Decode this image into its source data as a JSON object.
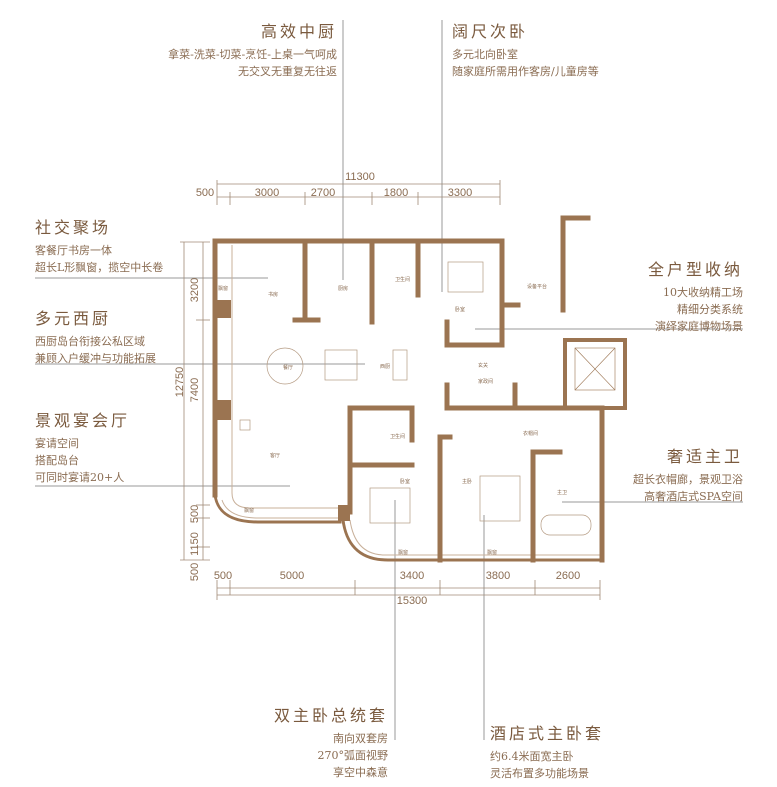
{
  "colors": {
    "wall": "#9b7451",
    "text": "#8a6c52",
    "heading": "#7a5a3e",
    "leader": "#8e8e8e"
  },
  "callouts": {
    "kitchen": {
      "title": "高效中厨",
      "lines": [
        "拿菜-洗菜-切菜-烹饪-上桌一气呵成",
        "无交叉无重复无往返"
      ]
    },
    "second_bedroom": {
      "title": "阔尺次卧",
      "lines": [
        "多元北向卧室",
        "随家庭所需用作客房/儿童房等"
      ]
    },
    "social": {
      "title": "社交聚场",
      "lines": [
        "客餐厅书房一体",
        "超长L形飘窗，揽空中长卷"
      ]
    },
    "western_kitchen": {
      "title": "多元西厨",
      "lines": [
        "西厨岛台衔接公私区域",
        "兼顾入户缓冲与功能拓展"
      ]
    },
    "banquet": {
      "title": "景观宴会厅",
      "lines": [
        "宴请空间",
        "搭配岛台",
        "可同时宴请20+人"
      ]
    },
    "storage": {
      "title": "全户型收纳",
      "lines": [
        "10大收纳精工场",
        "精细分类系统",
        "演绎家庭博物场景"
      ]
    },
    "master_bath": {
      "title": "奢适主卫",
      "lines": [
        "超长衣帽廊，景观卫浴",
        "高奢酒店式SPA空间"
      ]
    },
    "dual_master": {
      "title": "双主卧总统套",
      "lines": [
        "南向双套房",
        "270°弧面视野",
        "享空中森意"
      ]
    },
    "hotel_master": {
      "title": "酒店式主卧套",
      "lines": [
        "约6.4米面宽主卧",
        "灵活布置多功能场景"
      ]
    }
  },
  "dimensions": {
    "top_total": "11300",
    "top": [
      "500",
      "3000",
      "2700",
      "1800",
      "3300"
    ],
    "left_total": "12750",
    "left": [
      "3200",
      "7400",
      "500",
      "1150",
      "500"
    ],
    "bottom": [
      "500",
      "5000",
      "3400",
      "3800",
      "2600"
    ],
    "bottom_total": "15300"
  },
  "rooms": {
    "study": "书房",
    "kitchen": "厨房",
    "bath1": "卫生间",
    "bedroom_n": "卧室",
    "platform": "设备平台",
    "dining": "餐厅",
    "west_kitchen": "西厨",
    "foyer": "玄关",
    "utility": "家政间",
    "bath2": "卫生间",
    "living": "客厅",
    "bedroom_s": "卧室",
    "cloak": "衣帽间",
    "master": "主卧",
    "master_bath": "主卫",
    "bay1": "飘窗",
    "bay2": "飘窗",
    "bay3": "飘窗",
    "bay4": "飘窗"
  }
}
